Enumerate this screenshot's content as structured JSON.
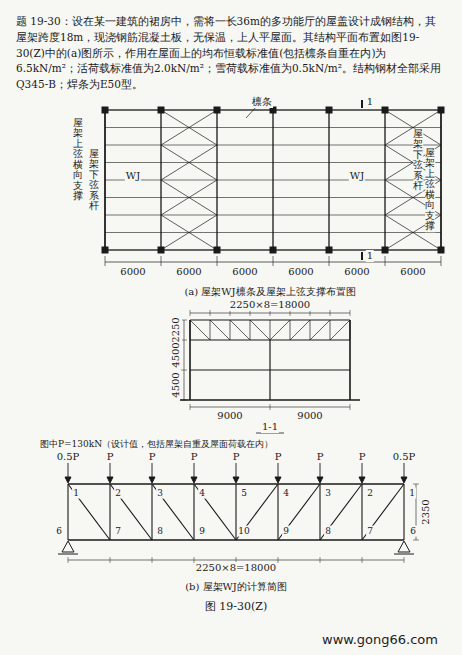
{
  "diagram": {
    "caption": "图 19-30(Z)",
    "labels": [
      "题 19-30：设在某一建筑的裙房中，需将一长36m的多功能厅的屋盖设计成钢结构，其屋架跨度18m，现浇钢筋混凝土板，无保温，上人平屋面。其结构平面布置如图19-30(Z)中的(a)图所示，作用在屋面上的均布恒载标准值(包括檩条自重在内)为6.5kN/m²；活荷载标准值为2.0kN/m²；雪荷载标准值为0.5kN/m²。结构钢材全部采用Q345-B；焊条为E50型。",
      "檩条",
      "WJ",
      "WJ",
      "1",
      "1",
      "屋架上弦横向支撑",
      "屋架下弦系杆",
      "屋架下弦系杆",
      "屋架上弦横向支撑",
      "6000",
      "6000",
      "6000",
      "6000",
      "6000",
      "6000",
      "(a) 屋架WJ檩条及屋架上弦支撑布置图",
      "2250×8=18000",
      "2250",
      "4500",
      "4500",
      "9000",
      "9000",
      "1-1",
      "图中P=130kN（设计值，包括屋架自重及屋面荷载在内）",
      "0.5P",
      "P",
      "P",
      "P",
      "P",
      "P",
      "P",
      "P",
      "0.5P",
      "1",
      "2",
      "3",
      "4",
      "5",
      "4",
      "3",
      "2",
      "1",
      "6",
      "7",
      "8",
      "9",
      "10",
      "9",
      "8",
      "7",
      "6",
      "2350",
      "2250×8=18000",
      "(b) 屋架WJ的计算简图",
      "www.gong66.com"
    ]
  }
}
